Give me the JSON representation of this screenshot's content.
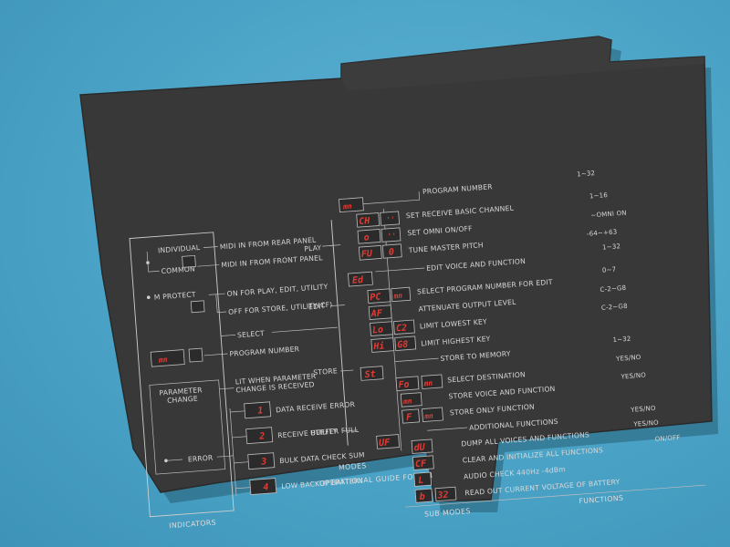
{
  "header": {
    "title": "OPERATIONAL GUIDE FOR TFI"
  },
  "sections": {
    "indicators": "INDICATORS",
    "modes": "MODES",
    "sub_modes": "SUB MODES",
    "functions": "FUNCTIONS"
  },
  "indicators": {
    "individual": "INDIVIDUAL",
    "common": "COMMON",
    "midi_rear": "MIDI IN FROM REAR PANEL",
    "midi_front": "MIDI IN FROM FRONT PANEL",
    "m_protect": "M PROTECT",
    "on_for": "ON FOR PLAY, EDIT, UTILITY",
    "off_for": "OFF FOR STORE, UTILITY(CF)",
    "select": "SELECT",
    "program_number": "PROGRAM NUMBER",
    "program_led": "mn",
    "parameter_change_1": "PARAMETER",
    "parameter_change_2": "CHANGE",
    "lit_when_1": "LIT WHEN PARAMETER",
    "lit_when_2": "CHANGE IS RECEIVED",
    "error": "ERROR",
    "errors": [
      {
        "code": "1",
        "text": "DATA RECEIVE ERROR"
      },
      {
        "code": "2",
        "text": "RECEIVE BUFFER FULL"
      },
      {
        "code": "3",
        "text": "BULK DATA CHECK SUM"
      },
      {
        "code": "4",
        "text": "LOW BACKUP BATTERY"
      }
    ]
  },
  "modes": {
    "play": "PLAY",
    "edit": "EDIT",
    "store": "STORE",
    "utility": "UTILITY"
  },
  "play": {
    "mode_led": "mn",
    "rows": [
      {
        "led1": "",
        "led2": "",
        "text": "PROGRAM NUMBER",
        "range": "1~32"
      },
      {
        "led1": "CH",
        "led2": "''",
        "text": "SET RECEIVE BASIC CHANNEL",
        "range": "1~16"
      },
      {
        "led1": "o",
        "led2": "''",
        "text": "SET OMNI ON/OFF",
        "range": "~OMNI ON"
      },
      {
        "led1": "FU",
        "led2": "0",
        "text": "TUNE MASTER PITCH",
        "range": "-64~+63"
      },
      {
        "led1": "",
        "led2": "",
        "text": "EDIT VOICE AND FUNCTION",
        "range": "1~32"
      }
    ]
  },
  "edit": {
    "mode_led": "Ed",
    "rows": [
      {
        "led1": "PC",
        "led2": "mn",
        "text": "SELECT PROGRAM NUMBER FOR EDIT",
        "range": "0~7"
      },
      {
        "led1": "AF",
        "led2": "",
        "text": "ATTENUATE OUTPUT LEVEL",
        "range": "C-2~G8"
      },
      {
        "led1": "Lo",
        "led2": "C2",
        "text": "LIMIT LOWEST KEY",
        "range": "C-2~G8"
      },
      {
        "led1": "Hi",
        "led2": "G8",
        "text": "LIMIT HIGHEST KEY",
        "range": ""
      },
      {
        "led1": "",
        "led2": "",
        "text": "STORE TO MEMORY",
        "range": "1~32"
      }
    ]
  },
  "store": {
    "mode_led": "St",
    "rows": [
      {
        "led1": "Fo",
        "led2": "mn",
        "text": "SELECT DESTINATION",
        "range": "YES/NO"
      },
      {
        "led1": "",
        "led2": "mn",
        "text": "STORE VOICE AND FUNCTION",
        "range": "YES/NO"
      },
      {
        "led1": "F",
        "led2": "mn",
        "text": "STORE ONLY FUNCTION",
        "range": ""
      },
      {
        "led1": "",
        "led2": "",
        "text": "ADDITIONAL FUNCTIONS",
        "range": "YES/NO"
      }
    ]
  },
  "utility": {
    "mode_led": "UF",
    "rows": [
      {
        "led1": "dU",
        "led2": "",
        "text": "DUMP ALL VOICES AND FUNCTIONS",
        "range": "YES/NO"
      },
      {
        "led1": "CF",
        "led2": "",
        "text": "CLEAR AND INITIALIZE ALL FUNCTIONS",
        "range": "ON/OFF"
      },
      {
        "led1": "L",
        "led2": "",
        "text": "AUDIO CHECK 440Hz -4dBm",
        "range": ""
      },
      {
        "led1": "b",
        "led2": "32",
        "text": "READ OUT CURRENT VOLTAGE OF BATTERY",
        "range": ""
      }
    ]
  }
}
